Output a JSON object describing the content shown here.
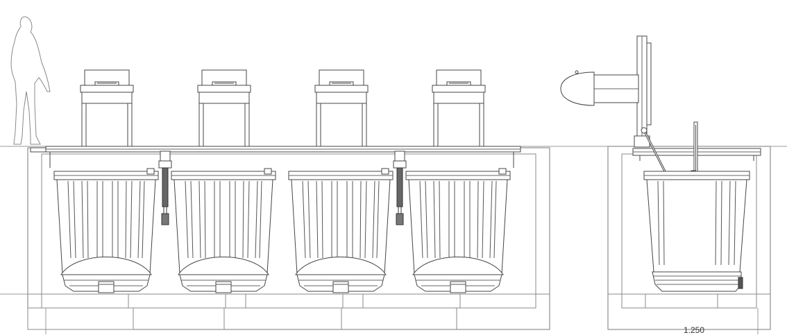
{
  "drawing": {
    "type": "technical elevation drawing",
    "line_color": "#444444",
    "dark_fill": "#555555",
    "background": "#ffffff",
    "front_view": {
      "container_count": 4,
      "insertion_column_count": 4,
      "lifting_cylinder_count": 2,
      "human_silhouette": true
    },
    "side_view": {
      "container_count": 1,
      "opened_lid": true,
      "lifting_arm": true
    },
    "dimension_text": "1.250"
  }
}
